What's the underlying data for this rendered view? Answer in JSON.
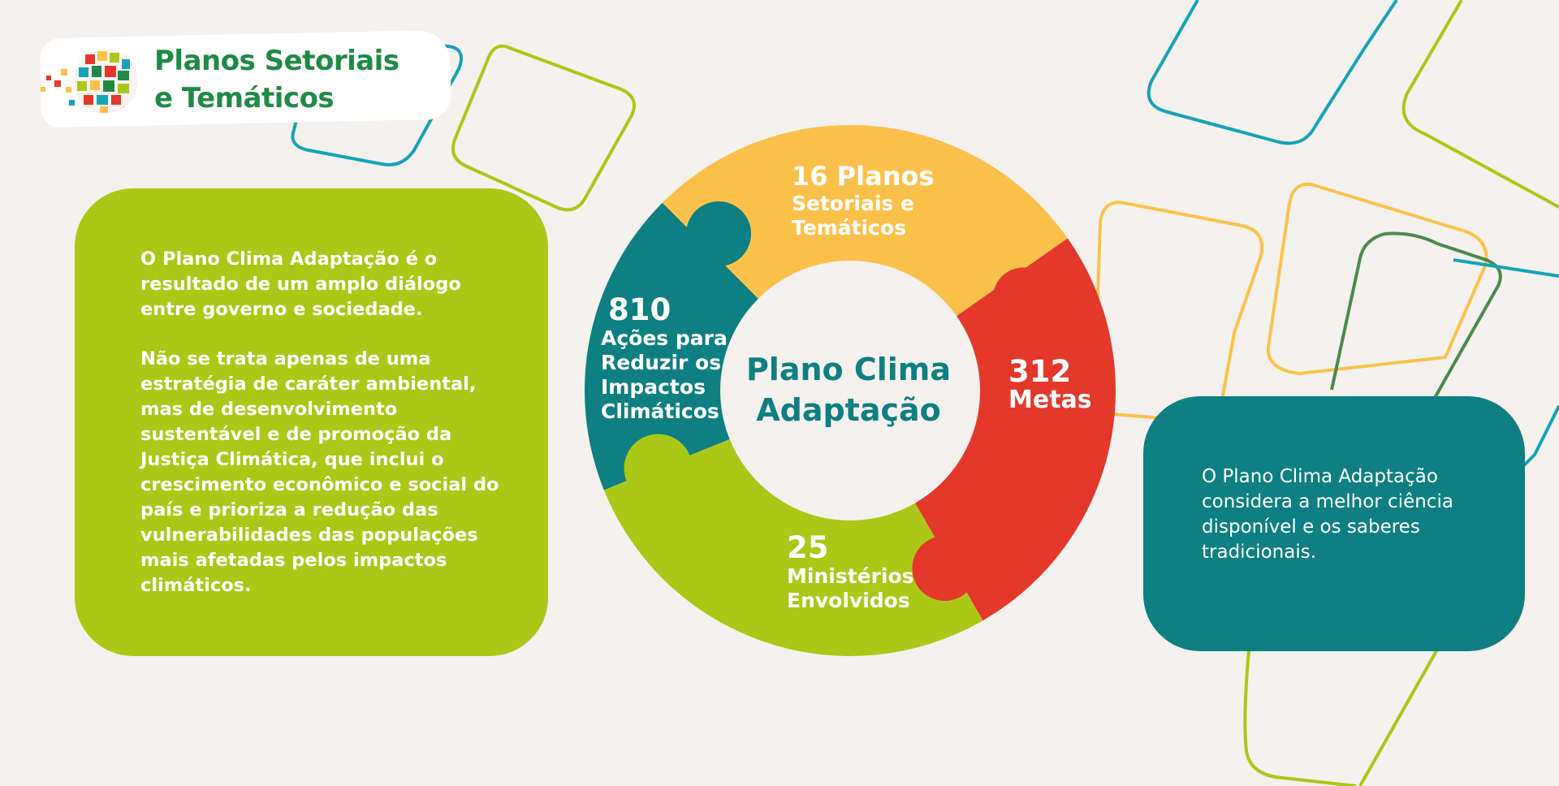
{
  "header": {
    "title_line1": "Planos Setoriais",
    "title_line2": "e Temáticos"
  },
  "left_panel": {
    "paragraph1": "O Plano Clima Adaptação é o resultado de um amplo diálogo entre governo e sociedade.",
    "paragraph2": "Não se trata apenas de uma estratégia de caráter ambiental, mas de desenvolvimento sustentável e de promoção da Justiça Climática, que inclui o crescimento econômico e social do país e prioriza a redução das vulnerabilidades das populações mais afetadas pelos impactos climáticos."
  },
  "right_panel": {
    "text": "O Plano Clima Adaptação considera a melhor ciência disponível e os saberes tradicionais."
  },
  "diagram": {
    "center_line1": "Plano Clima",
    "center_line2": "Adaptação",
    "pieces": [
      {
        "number": "16 Planos",
        "lines": [
          "Setoriais e",
          "Temáticos"
        ],
        "color": "#fcc14b"
      },
      {
        "number": "312",
        "lines": [
          "Metas"
        ],
        "color": "#e4382b"
      },
      {
        "number": "25",
        "lines": [
          "Ministérios",
          "Envolvidos"
        ],
        "color": "#abc817"
      },
      {
        "number": "810",
        "lines": [
          "Ações para",
          "Reduzir os",
          "Impactos",
          "Climáticos"
        ],
        "color": "#0e7f82"
      }
    ]
  },
  "colors": {
    "background": "#f4f1ee",
    "green": "#abc817",
    "teal": "#0e7f82",
    "yellow": "#fcc14b",
    "red": "#e4382b",
    "title_green": "#1f8a45",
    "outline_blue": "#16a3b8",
    "outline_dark_green": "#4a8a4c"
  }
}
